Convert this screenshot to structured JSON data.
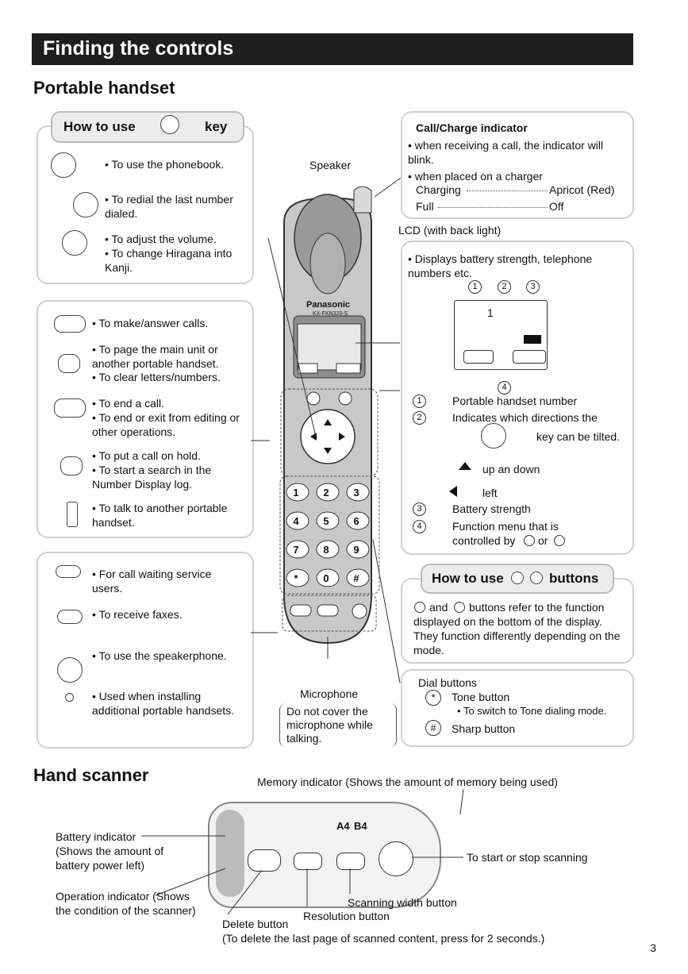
{
  "header": {
    "title": "Finding the controls"
  },
  "section_handset": "Portable handset",
  "section_scanner": "Hand scanner",
  "page_number": "3",
  "howto_key": {
    "prefix": "How to use",
    "suffix": "key"
  },
  "nav_items": [
    {
      "text": "To use the phonebook."
    },
    {
      "text": "To redial the last number dialed."
    },
    {
      "text": "To adjust the volume.",
      "text2": "To change Hiragana into Kanji."
    }
  ],
  "buttons_left": [
    {
      "lines": [
        "To make/answer calls."
      ]
    },
    {
      "lines": [
        "To page the main unit or another portable handset.",
        "To clear letters/numbers."
      ]
    },
    {
      "lines": [
        "To end a call.",
        "To end or exit from editing or other operations."
      ]
    },
    {
      "lines": [
        "To put a call on hold.",
        "To start a search in the Number Display log."
      ]
    },
    {
      "lines": [
        "To talk to another portable handset."
      ]
    }
  ],
  "buttons_left2": [
    {
      "lines": [
        "For call waiting service users."
      ]
    },
    {
      "lines": [
        "To receive faxes."
      ]
    },
    {
      "lines": [
        "To use the speakerphone."
      ]
    },
    {
      "lines": [
        "Used when installing additional portable handsets."
      ]
    }
  ],
  "callout_speaker": "Speaker",
  "callout_microphone": "Microphone",
  "mic_note": "Do not cover the microphone while talking.",
  "lcd_label": "LCD (with back light)",
  "call_charge": {
    "title": "Call/Charge indicator",
    "item1": "when receiving a call, the indicator will blink.",
    "item2": "when placed on a charger",
    "charging": "Charging",
    "charging_value": "Apricot (Red)",
    "full": "Full",
    "full_value": "Off"
  },
  "lcd": {
    "desc": "Displays battery strength, telephone numbers etc.",
    "screen_num": "1",
    "legend": [
      {
        "n": "1",
        "text": "Portable handset number"
      },
      {
        "n": "2",
        "text": "Indicates which directions the"
      },
      {
        "n": "3",
        "text": "Battery strength"
      },
      {
        "n": "4",
        "text": "Function menu that is"
      }
    ],
    "key_tilt": "key can be tilted.",
    "updown": "up an down",
    "left": "left",
    "controlled_by": "controlled by",
    "or": "or"
  },
  "phone": {
    "brand": "Panasonic",
    "model": "KX-FKN320-S"
  },
  "howto_f": {
    "prefix": "How to use",
    "suffix": "buttons"
  },
  "f_desc": {
    "and": "and",
    "text": "buttons refer to the function displayed on the bottom of the display. They function differently depending on the mode."
  },
  "dial": {
    "title": "Dial buttons",
    "tone": "Tone button",
    "tone_note": "To switch to Tone dialing mode.",
    "sharp": "Sharp button"
  },
  "scanner": {
    "memory": "Memory indicator (Shows the amount of memory being used)",
    "battery": "Battery indicator (Shows the amount of battery power left)",
    "operation": "Operation indicator (Shows the condition of the scanner)",
    "delete": "Delete button",
    "delete_note": "(To delete the last page of scanned content, press for 2 seconds.)",
    "resolution": "Resolution button",
    "width": "Scanning width button",
    "startstop": "To start or stop scanning",
    "a4": "A4",
    "b4": "B4"
  }
}
